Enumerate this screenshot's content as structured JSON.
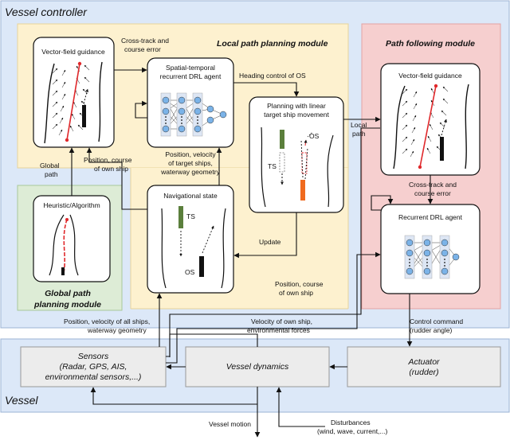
{
  "vessel_controller": {
    "title": "Vessel controller",
    "local_module": {
      "title": "Local path planning module",
      "vector_field": "Vector-field guidance",
      "agent": [
        "Spatial-temporal",
        "recurrent DRL agent"
      ],
      "planning": [
        "Planning with linear",
        "target ship movement"
      ],
      "nav_state": "Navigational state",
      "ts_label": "TS",
      "os_label": "OS",
      "cross_track": [
        "Cross-track and",
        "course error"
      ],
      "heading": "Heading control of OS",
      "pos_vel": [
        "Position, velocity",
        "of target ships,",
        "waterway geometry"
      ],
      "update": "Update"
    },
    "global_module": {
      "title": [
        "Global path",
        "planning module"
      ],
      "heuristic": "Heuristic/Algorithm",
      "global_path": [
        "Global",
        "path"
      ],
      "pos_course": [
        "Position, course",
        "of own ship"
      ]
    },
    "path_following": {
      "title": "Path following module",
      "vector_field": "Vector-field guidance",
      "cross_track": [
        "Cross-track and",
        "course error"
      ],
      "agent": "Recurrent DRL agent",
      "local_path": [
        "Local",
        "path"
      ],
      "pos_course": [
        "Position, course",
        "of own ship"
      ]
    }
  },
  "vessel": {
    "title": "Vessel",
    "sensors": [
      "Sensors",
      "(Radar, GPS, AIS,",
      "environmental sensors,...)"
    ],
    "dynamics": "Vessel dynamics",
    "actuator": [
      "Actuator",
      "(rudder)"
    ]
  },
  "signals": {
    "pos_vel_all": [
      "Position, velocity of all ships,",
      "waterway geometry"
    ],
    "vel_env": [
      "Velocity of own ship,",
      "environmental forces"
    ],
    "control": [
      "Control command",
      "(rudder angle)"
    ],
    "vessel_motion": "Vessel motion",
    "disturbances": [
      "Disturbances",
      "(wind, wave, current,...)"
    ]
  },
  "colors": {
    "controller_bg": "#dce8f8",
    "local_bg": "#fdf1cf",
    "global_bg": "#ddecd6",
    "following_bg": "#f6cfcf",
    "vessel_bg": "#dce8f8",
    "path_red": "#e0282b",
    "ts_green": "#5b7f3c",
    "os_orange": "#f06a1e"
  }
}
